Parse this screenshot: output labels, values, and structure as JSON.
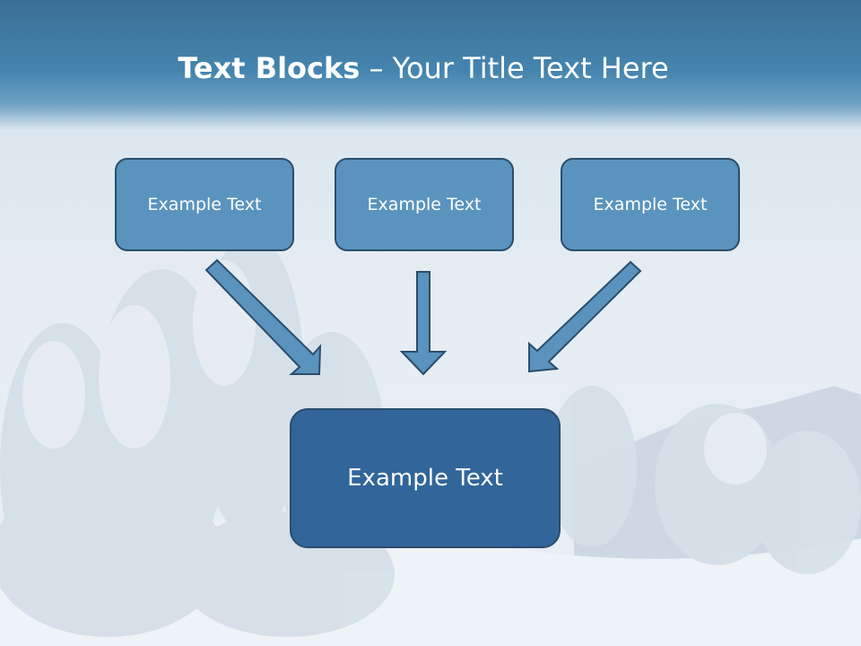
{
  "title": {
    "bold": "Text Blocks",
    "rest": " – Your Title Text Here"
  },
  "blocks": {
    "top_left": "Example Text",
    "top_center": "Example Text",
    "top_right": "Example Text",
    "bottom": "Example Text"
  },
  "colors": {
    "title_band": "#4585af",
    "box_fill": "#5a93bd",
    "box_fill_dark": "#32659a",
    "box_border": "#2b4d6b",
    "arrow_fill": "#5a93bd"
  }
}
